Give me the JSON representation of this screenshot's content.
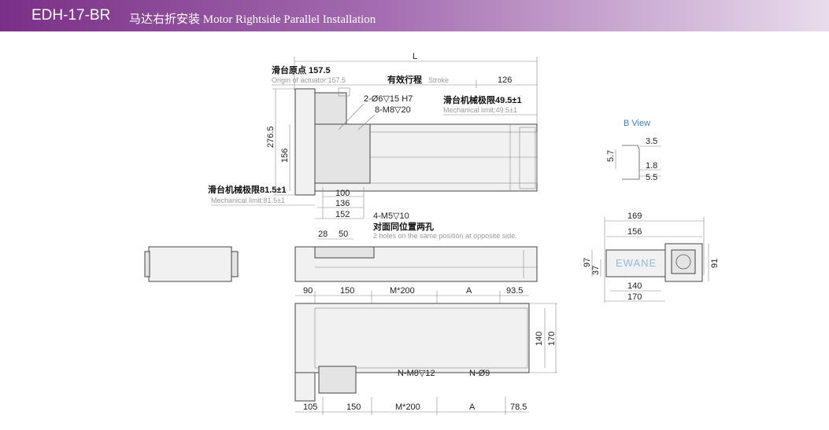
{
  "header": {
    "model": "EDH-17-BR",
    "title": "马达右折安装  Motor Rightside Parallel Installation"
  },
  "top_view": {
    "L": "L",
    "origin_cn": "滑台原点 157.5",
    "origin_en": "Origin of actuator:157.5",
    "stroke_cn": "有效行程",
    "stroke_en": "Stroke",
    "d126": "126",
    "hole1": "2-Ø6▽15 H7",
    "hole2": "8-M8▽20",
    "mech_right_cn": "滑台机械极限49.5±1",
    "mech_right_en": "Mechanical limit:49.5±1",
    "h2765": "276.5",
    "h156": "156",
    "mech_left_cn": "滑台机械极限81.5±1",
    "mech_left_en": "Mechanical limit:81.5±1",
    "d100": "100",
    "d136": "136",
    "d152": "152",
    "hole3": "4-M5▽10",
    "opp_cn": "对面同位置两孔",
    "opp_en": "2 holes on the same position at opposite side."
  },
  "side_view": {
    "d28": "28",
    "d50": "50"
  },
  "bottom_view": {
    "t90": "90",
    "t150": "150",
    "tM200": "M*200",
    "tA": "A",
    "t935": "93.5",
    "h140": "140",
    "h170": "170",
    "nm8": "N-M8▽12",
    "n9": "N-Ø9",
    "b105": "105",
    "b150": "150",
    "bM200": "M*200",
    "bA": "A",
    "b785": "78.5"
  },
  "b_view": {
    "title": "B View",
    "d35": "3.5",
    "d57": "5.7",
    "d18": "1.8",
    "d55": "5.5"
  },
  "end_view": {
    "d169": "169",
    "d156": "156",
    "d97": "97",
    "d37": "37",
    "d91": "91",
    "d140": "140",
    "d170": "170",
    "watermark": "EWANE"
  }
}
